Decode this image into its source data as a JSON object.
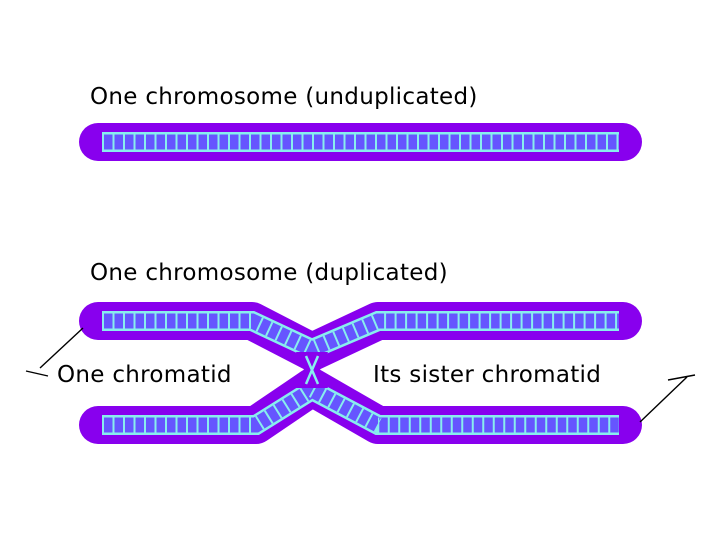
{
  "labels": {
    "unduplicated_title": "One chromosome (unduplicated)",
    "duplicated_title": "One chromosome (duplicated)",
    "one_chromatid": "One chromatid",
    "sister_chromatid": "Its sister chromatid"
  },
  "colors": {
    "outer": "#8800ee",
    "inner": "#6655ff",
    "line": "#88eeee",
    "text": "#000000"
  }
}
